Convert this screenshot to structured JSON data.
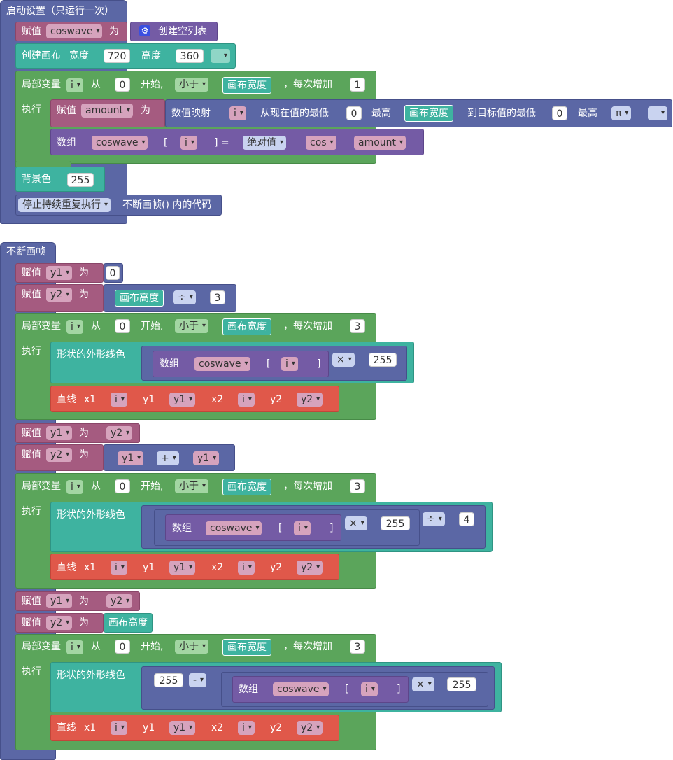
{
  "setup": {
    "hat": "启动设置（只运行一次）",
    "assign_label": "赋值",
    "as_label": "为",
    "coswave": "coswave",
    "create_list": "创建空列表",
    "create_canvas": "创建画布",
    "width_label": "宽度",
    "width_val": "720",
    "height_label": "高度",
    "height_val": "360",
    "local_var": "局部变量",
    "var_i": "i",
    "from": "从",
    "zero": "0",
    "start": "开始,",
    "less_than": "小于",
    "canvas_width": "画布宽度",
    "each_inc": "，每次增加",
    "one": "1",
    "exec": "执行",
    "amount": "amount",
    "map_value": "数值映射",
    "from_cur_min": "从现在值的最低",
    "max": "最高",
    "to_target_min": "到目标值的最低",
    "pi": "π",
    "array": "数组",
    "lbr": "[",
    "req": "] =",
    "abs": "绝对值",
    "cos": "cos",
    "bg_label": "背景色",
    "bg_val": "255",
    "stop_repeat": "停止持续重复执行",
    "stop_suffix": "不断画帧() 内的代码"
  },
  "draw": {
    "hat": "不断画帧",
    "assign": "赋值",
    "as": "为",
    "y1": "y1",
    "y2": "y2",
    "zero": "0",
    "canvas_height": "画布高度",
    "div": "÷",
    "three": "3",
    "local_var": "局部变量",
    "i": "i",
    "from": "从",
    "start": "开始,",
    "less_than": "小于",
    "canvas_width": "画布宽度",
    "each_inc": "，每次增加",
    "exec": "执行",
    "stroke": "形状的外形线色",
    "array": "数组",
    "coswave": "coswave",
    "lbr": "[",
    "rbr": "]",
    "times": "×",
    "n255": "255",
    "four": "4",
    "plus": "+",
    "minus": "-",
    "line": "直线",
    "x1": "x1",
    "x2": "x2"
  }
}
